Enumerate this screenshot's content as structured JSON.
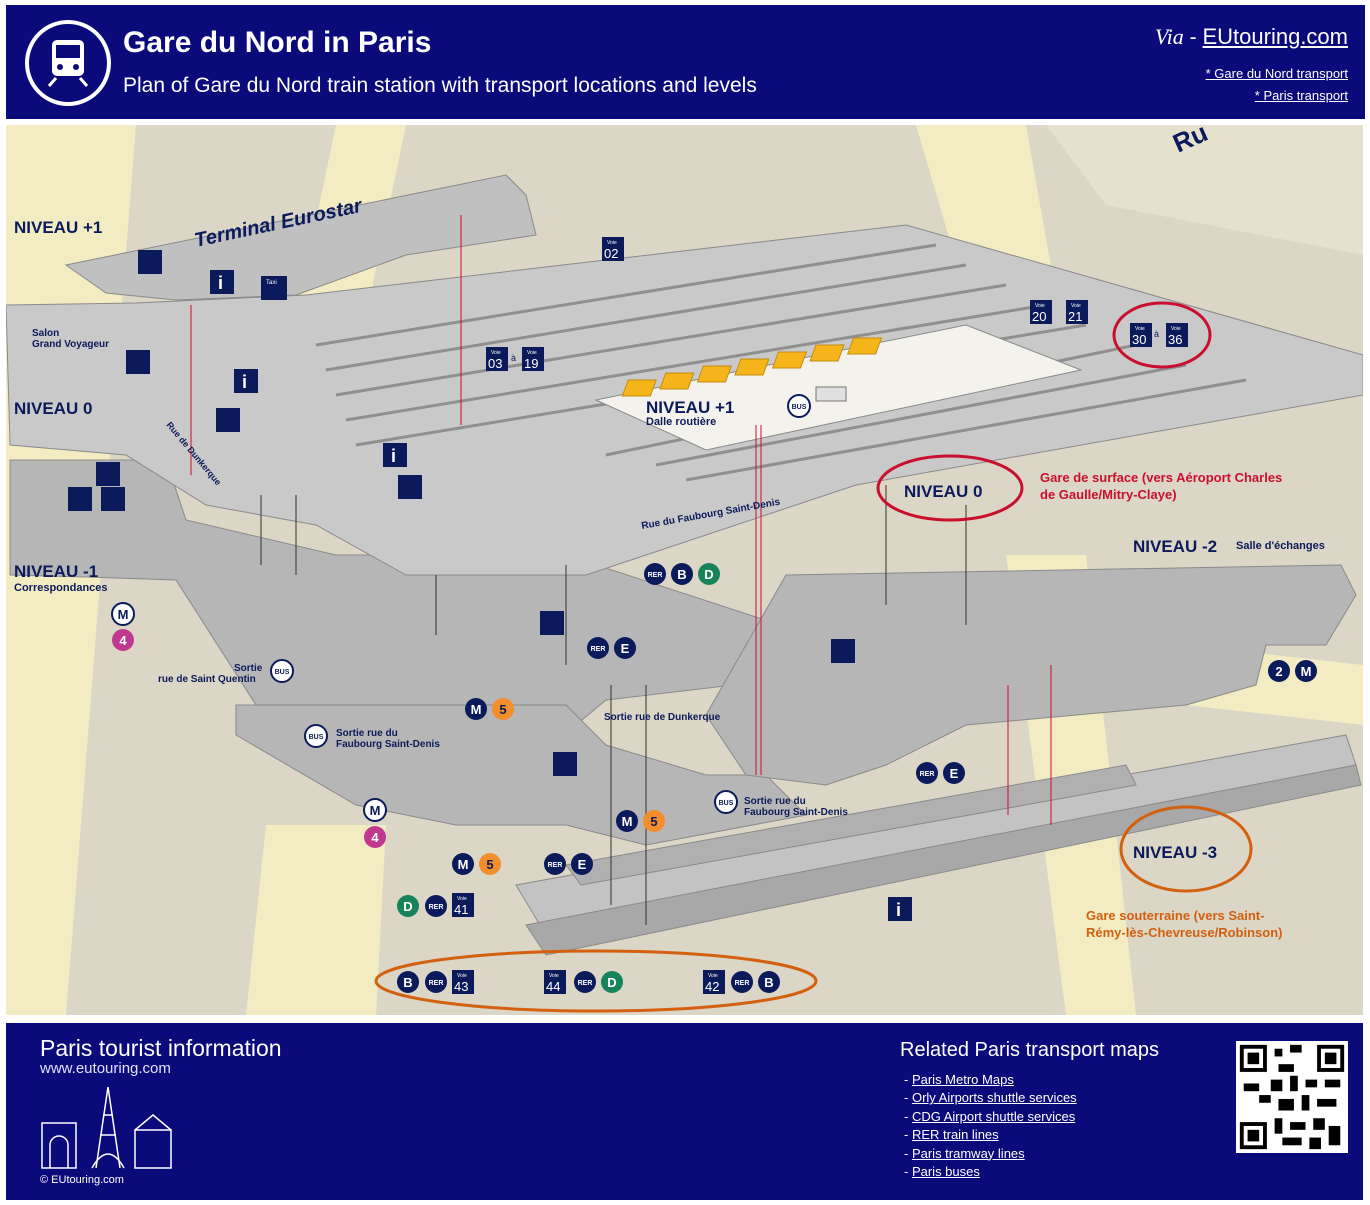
{
  "header": {
    "title": "Gare du Nord in Paris",
    "subtitle": "Plan of Gare du Nord train station with transport locations and levels",
    "via_prefix": "Via",
    "via_dash": "-",
    "via_site": "EUtouring.com",
    "link1": "* Gare du Nord transport",
    "link2": "* Paris transport",
    "logo_icon": "train-icon"
  },
  "map": {
    "levels": {
      "n1_top": "NIVEAU +1",
      "n0_left": "NIVEAU 0",
      "n_minus1": "NIVEAU -1",
      "n_minus1_sub": "Correspondances",
      "n1_center": "NIVEAU +1",
      "n1_center_sub": "Dalle routière",
      "n0_right": "NIVEAU 0",
      "n_minus2": "NIVEAU -2",
      "n_minus2_sub": "Salle d'échanges",
      "n_minus3": "NIVEAU -3"
    },
    "labels": {
      "eurostar": "Terminal Eurostar",
      "salon": "Salon",
      "salon2": "Grand Voyageur",
      "rue_dunkerque": "Rue de Dunkerque",
      "rue_fsd": "Rue du Faubourg Saint-Denis",
      "rue_corner": "Ru",
      "sortie_sq": "Sortie",
      "sortie_sq2": "rue de Saint Quentin",
      "sortie_fsd": "Sortie rue du",
      "sortie_fsd2": "Faubourg Saint-Denis",
      "sortie_dk": "Sortie rue de Dunkerque",
      "sortie_fsd_b": "Sortie rue du",
      "sortie_fsd_b2": "Faubourg Saint-Denis",
      "gare_surface1": "Gare de surface (vers Aéroport Charles",
      "gare_surface2": "de Gaulle/Mitry-Claye)",
      "gare_sout1": "Gare souterraine (vers Saint-",
      "gare_sout2": "Rémy-lès-Chevreuse/Robinson)",
      "taxi": "Taxi"
    },
    "badges": {
      "m": "M",
      "rer": "RER",
      "bus": "BUS",
      "b": "B",
      "d": "D",
      "e": "E",
      "four": "4",
      "five": "5",
      "two": "2",
      "info": "i",
      "a": "à",
      "voie": "Voie"
    },
    "voies": {
      "v02": "02",
      "v03": "03",
      "v19": "19",
      "v20": "20",
      "v21": "21",
      "v30": "30",
      "v36": "36",
      "v41": "41",
      "v42": "42",
      "v43": "43",
      "v44": "44"
    },
    "colors": {
      "navy": "#0b0a7a",
      "platform": "#c9c9c9",
      "highlight_red": "#c8102e",
      "highlight_orange": "#d2600e",
      "canopy": "#f4b41a",
      "metro4": "#c1398f",
      "metro5": "#f28e2b",
      "rer_d": "#17835a"
    }
  },
  "footer": {
    "pti": "Paris tourist information",
    "www": "www.eutouring.com",
    "copy": "© EUtouring.com",
    "related": "Related Paris transport maps",
    "links": [
      "Paris Metro Maps",
      "Orly Airports shuttle services",
      "CDG Airport shuttle services",
      "RER train lines",
      "Paris tramway lines",
      "Paris buses"
    ],
    "qr_icon": "qr-code-icon",
    "skyline_icon": "paris-skyline-icon"
  }
}
